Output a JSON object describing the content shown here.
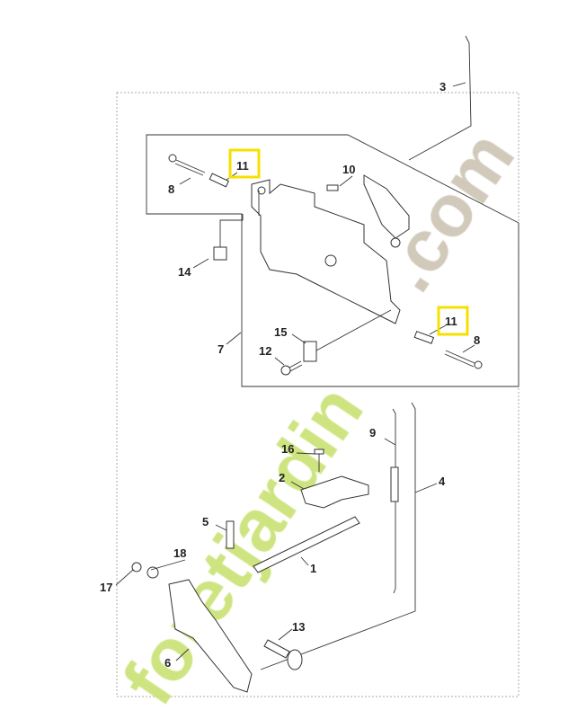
{
  "diagram": {
    "callouts": [
      {
        "id": "c3",
        "label": "3"
      },
      {
        "id": "c11a",
        "label": "11",
        "highlighted": true
      },
      {
        "id": "c8a",
        "label": "8"
      },
      {
        "id": "c10",
        "label": "10"
      },
      {
        "id": "c14",
        "label": "14"
      },
      {
        "id": "c7",
        "label": "7"
      },
      {
        "id": "c15",
        "label": "15"
      },
      {
        "id": "c12",
        "label": "12"
      },
      {
        "id": "c11b",
        "label": "11",
        "highlighted": true
      },
      {
        "id": "c8b",
        "label": "8"
      },
      {
        "id": "c9",
        "label": "9"
      },
      {
        "id": "c4",
        "label": "4"
      },
      {
        "id": "c16",
        "label": "16"
      },
      {
        "id": "c2",
        "label": "2"
      },
      {
        "id": "c5",
        "label": "5"
      },
      {
        "id": "c1",
        "label": "1"
      },
      {
        "id": "c18",
        "label": "18"
      },
      {
        "id": "c17",
        "label": "17"
      },
      {
        "id": "c13",
        "label": "13"
      },
      {
        "id": "c6",
        "label": "6"
      }
    ],
    "highlight_color": "#f5e000"
  },
  "watermark": {
    "text_main": "foretjardin",
    "text_suffix": ".com",
    "color_main": "#c6df6a",
    "color_suffix": "#c9bfae"
  }
}
